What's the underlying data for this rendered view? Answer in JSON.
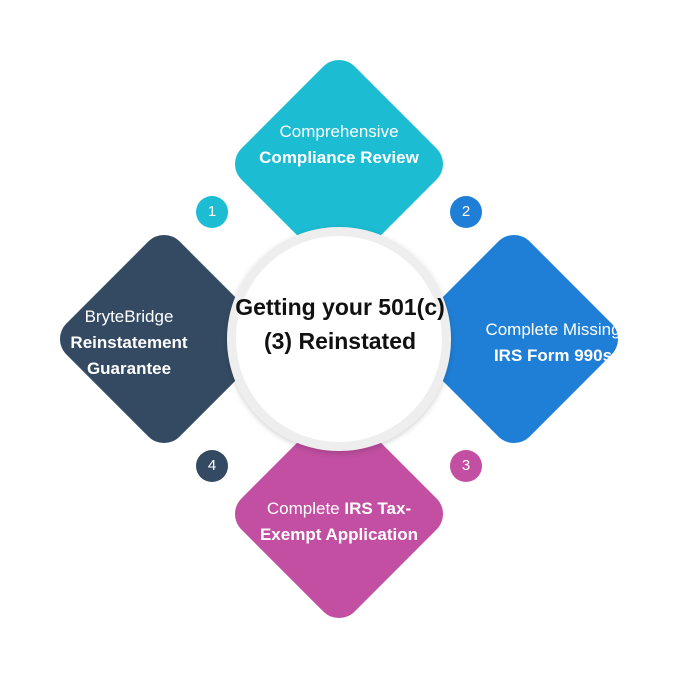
{
  "center": {
    "title": "Getting your 501(c)(3) Reinstated"
  },
  "steps": [
    {
      "number": "1",
      "line1": "Comprehensive",
      "line2": "Compliance Review",
      "color": "#1cbcd3"
    },
    {
      "number": "2",
      "line1": "Complete Missing",
      "line2": "IRS Form 990s",
      "color": "#1f7fd6"
    },
    {
      "number": "3",
      "line1_plain": "Complete ",
      "line1_bold": "IRS Tax-",
      "line2": "Exempt Application",
      "color": "#c24fa1"
    },
    {
      "number": "4",
      "line1": "BryteBridge",
      "line2": "Reinstatement",
      "line3": "Guarantee",
      "color": "#344a62"
    }
  ],
  "colors": {
    "center_ring": "#eeeeee",
    "center_fill": "#ffffff",
    "background": "#ffffff"
  }
}
